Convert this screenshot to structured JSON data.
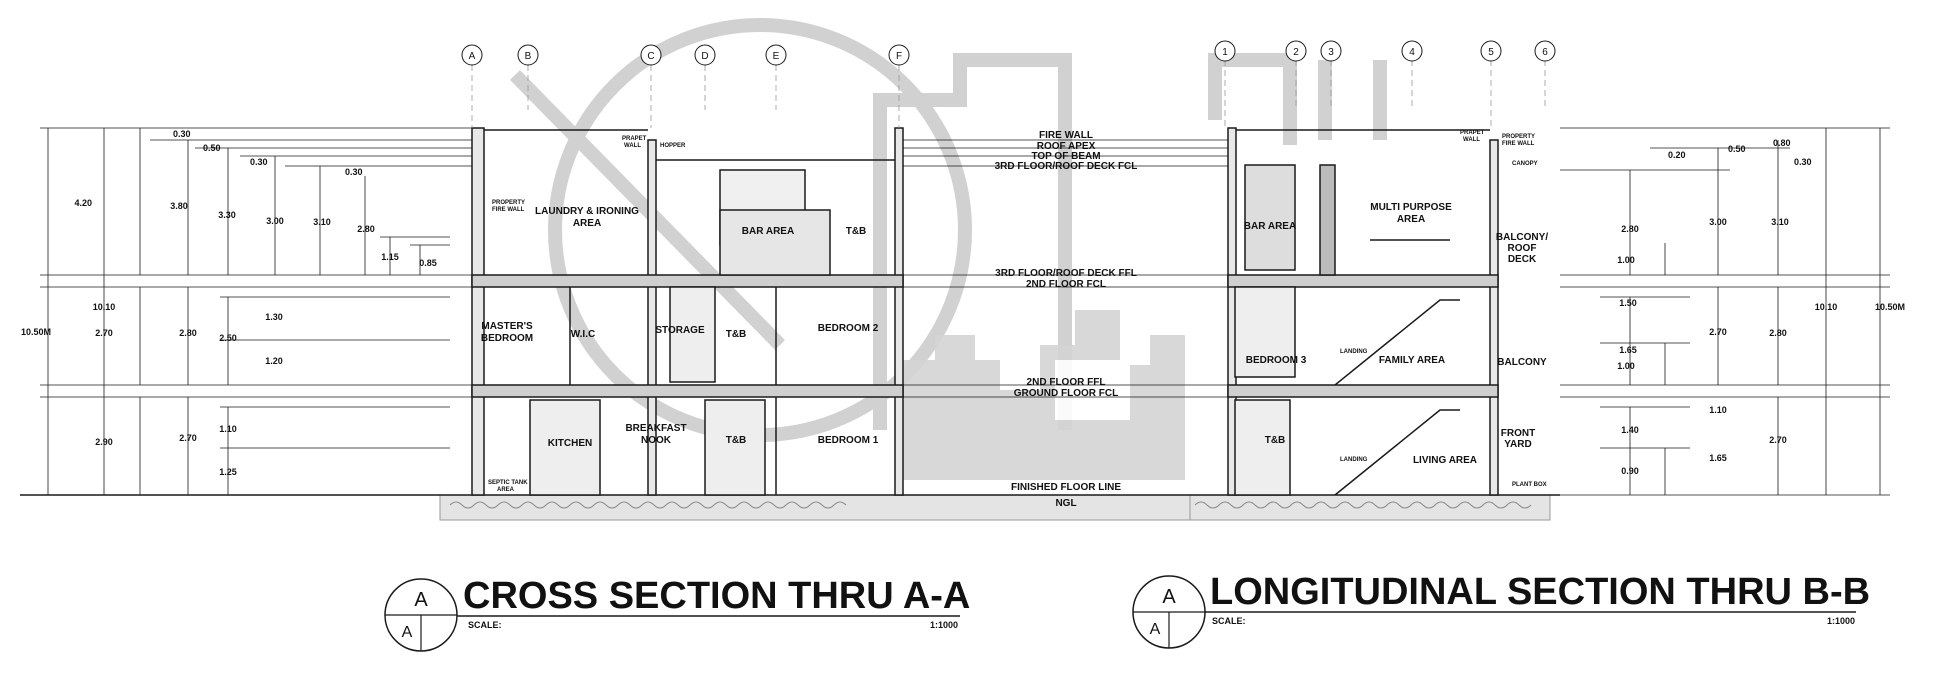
{
  "grid_left": [
    "A",
    "B",
    "C",
    "D",
    "E",
    "F"
  ],
  "grid_right": [
    "1",
    "2",
    "3",
    "4",
    "5",
    "6"
  ],
  "level_labels": {
    "fire_wall": "FIRE WALL",
    "roof_apex": "ROOF APEX",
    "top_of_beam": "TOP OF BEAM",
    "third_floor_fcl": "3RD FLOOR/ROOF DECK FCL",
    "third_floor_ffl": "3RD FLOOR/ROOF DECK FFL",
    "second_floor_fcl": "2ND FLOOR FCL",
    "second_floor_ffl": "2ND FLOOR FFL",
    "ground_floor_fcl": "GROUND FLOOR FCL",
    "finished_floor_line": "FINISHED FLOOR LINE",
    "ngl": "NGL"
  },
  "section_a": {
    "rooms": {
      "laundry_1": "LAUNDRY & IRONING",
      "laundry_2": "AREA",
      "bar_area": "BAR AREA",
      "tb_top": "T&B",
      "masters_1": "MASTER'S",
      "masters_2": "BEDROOM",
      "wic": "W.I.C",
      "storage": "STORAGE",
      "tb_mid": "T&B",
      "bedroom2": "BEDROOM 2",
      "kitchen": "KITCHEN",
      "breakfast_1": "BREAKFAST",
      "breakfast_2": "NOOK",
      "tb_low": "T&B",
      "bedroom1": "BEDROOM 1"
    },
    "notes": {
      "property_fire_wall_1": "PROPERTY",
      "property_fire_wall_2": "FIRE WALL",
      "prapet_1": "PRAPET",
      "prapet_2": "WALL",
      "hopper": "HOPPER",
      "septic_1": "SEPTIC TANK",
      "septic_2": "AREA"
    },
    "dims": {
      "d_030a": "0.30",
      "d_050": "0.50",
      "d_030b": "0.30",
      "d_030c": "0.30",
      "d_420": "4.20",
      "d_380": "3.80",
      "d_330": "3.30",
      "d_300": "3.00",
      "d_310": "3.10",
      "d_280a": "2.80",
      "d_115": "1.15",
      "d_085": "0.85",
      "d_1050": "10.50M",
      "d_1010": "10.10",
      "d_270a": "2.70",
      "d_280b": "2.80",
      "d_250": "2.50",
      "d_130": "1.30",
      "d_120": "1.20",
      "d_290": "2.90",
      "d_270b": "2.70",
      "d_110": "1.10",
      "d_125": "1.25"
    },
    "title": "CROSS SECTION THRU A-A",
    "tag_top": "A",
    "tag_bottom": "A",
    "scale_label": "SCALE:",
    "scale_value": "1:1000"
  },
  "section_b": {
    "rooms": {
      "bar_area": "BAR AREA",
      "multi_1": "MULTI PURPOSE",
      "multi_2": "AREA",
      "balcony_roof_1": "BALCONY/",
      "balcony_roof_2": "ROOF",
      "balcony_roof_3": "DECK",
      "bedroom3": "BEDROOM 3",
      "family": "FAMILY AREA",
      "balcony": "BALCONY",
      "tb": "T&B",
      "living": "LIVING AREA",
      "front_yard_1": "FRONT",
      "front_yard_2": "YARD"
    },
    "notes": {
      "prapet_1": "PRAPET",
      "prapet_2": "WALL",
      "property_1": "PROPERTY",
      "property_2": "FIRE WALL",
      "canopy": "CANOPY",
      "landing_1": "LANDING",
      "landing_2": "LANDING",
      "plant_box": "PLANT BOX"
    },
    "dims": {
      "d_080": "0.80",
      "d_050": "0.50",
      "d_020": "0.20",
      "d_030": "0.30",
      "d_280a": "2.80",
      "d_300": "3.00",
      "d_310": "3.10",
      "d_100a": "1.00",
      "d_150": "1.50",
      "d_270a": "2.70",
      "d_280b": "2.80",
      "d_165a": "1.65",
      "d_100b": "1.00",
      "d_1010": "10.10",
      "d_1050": "10.50M",
      "d_110": "1.10",
      "d_140": "1.40",
      "d_165b": "1.65",
      "d_270b": "2.70",
      "d_090": "0.90"
    },
    "title": "LONGITUDINAL SECTION THRU B-B",
    "tag_top": "A",
    "tag_bottom": "A",
    "scale_label": "SCALE:",
    "scale_value": "1:1000"
  },
  "colors": {
    "line": "#1a1a1a",
    "slab": "#cfcfcf",
    "watermark": "#c9c9c9",
    "ground": "#9a9a9a"
  }
}
